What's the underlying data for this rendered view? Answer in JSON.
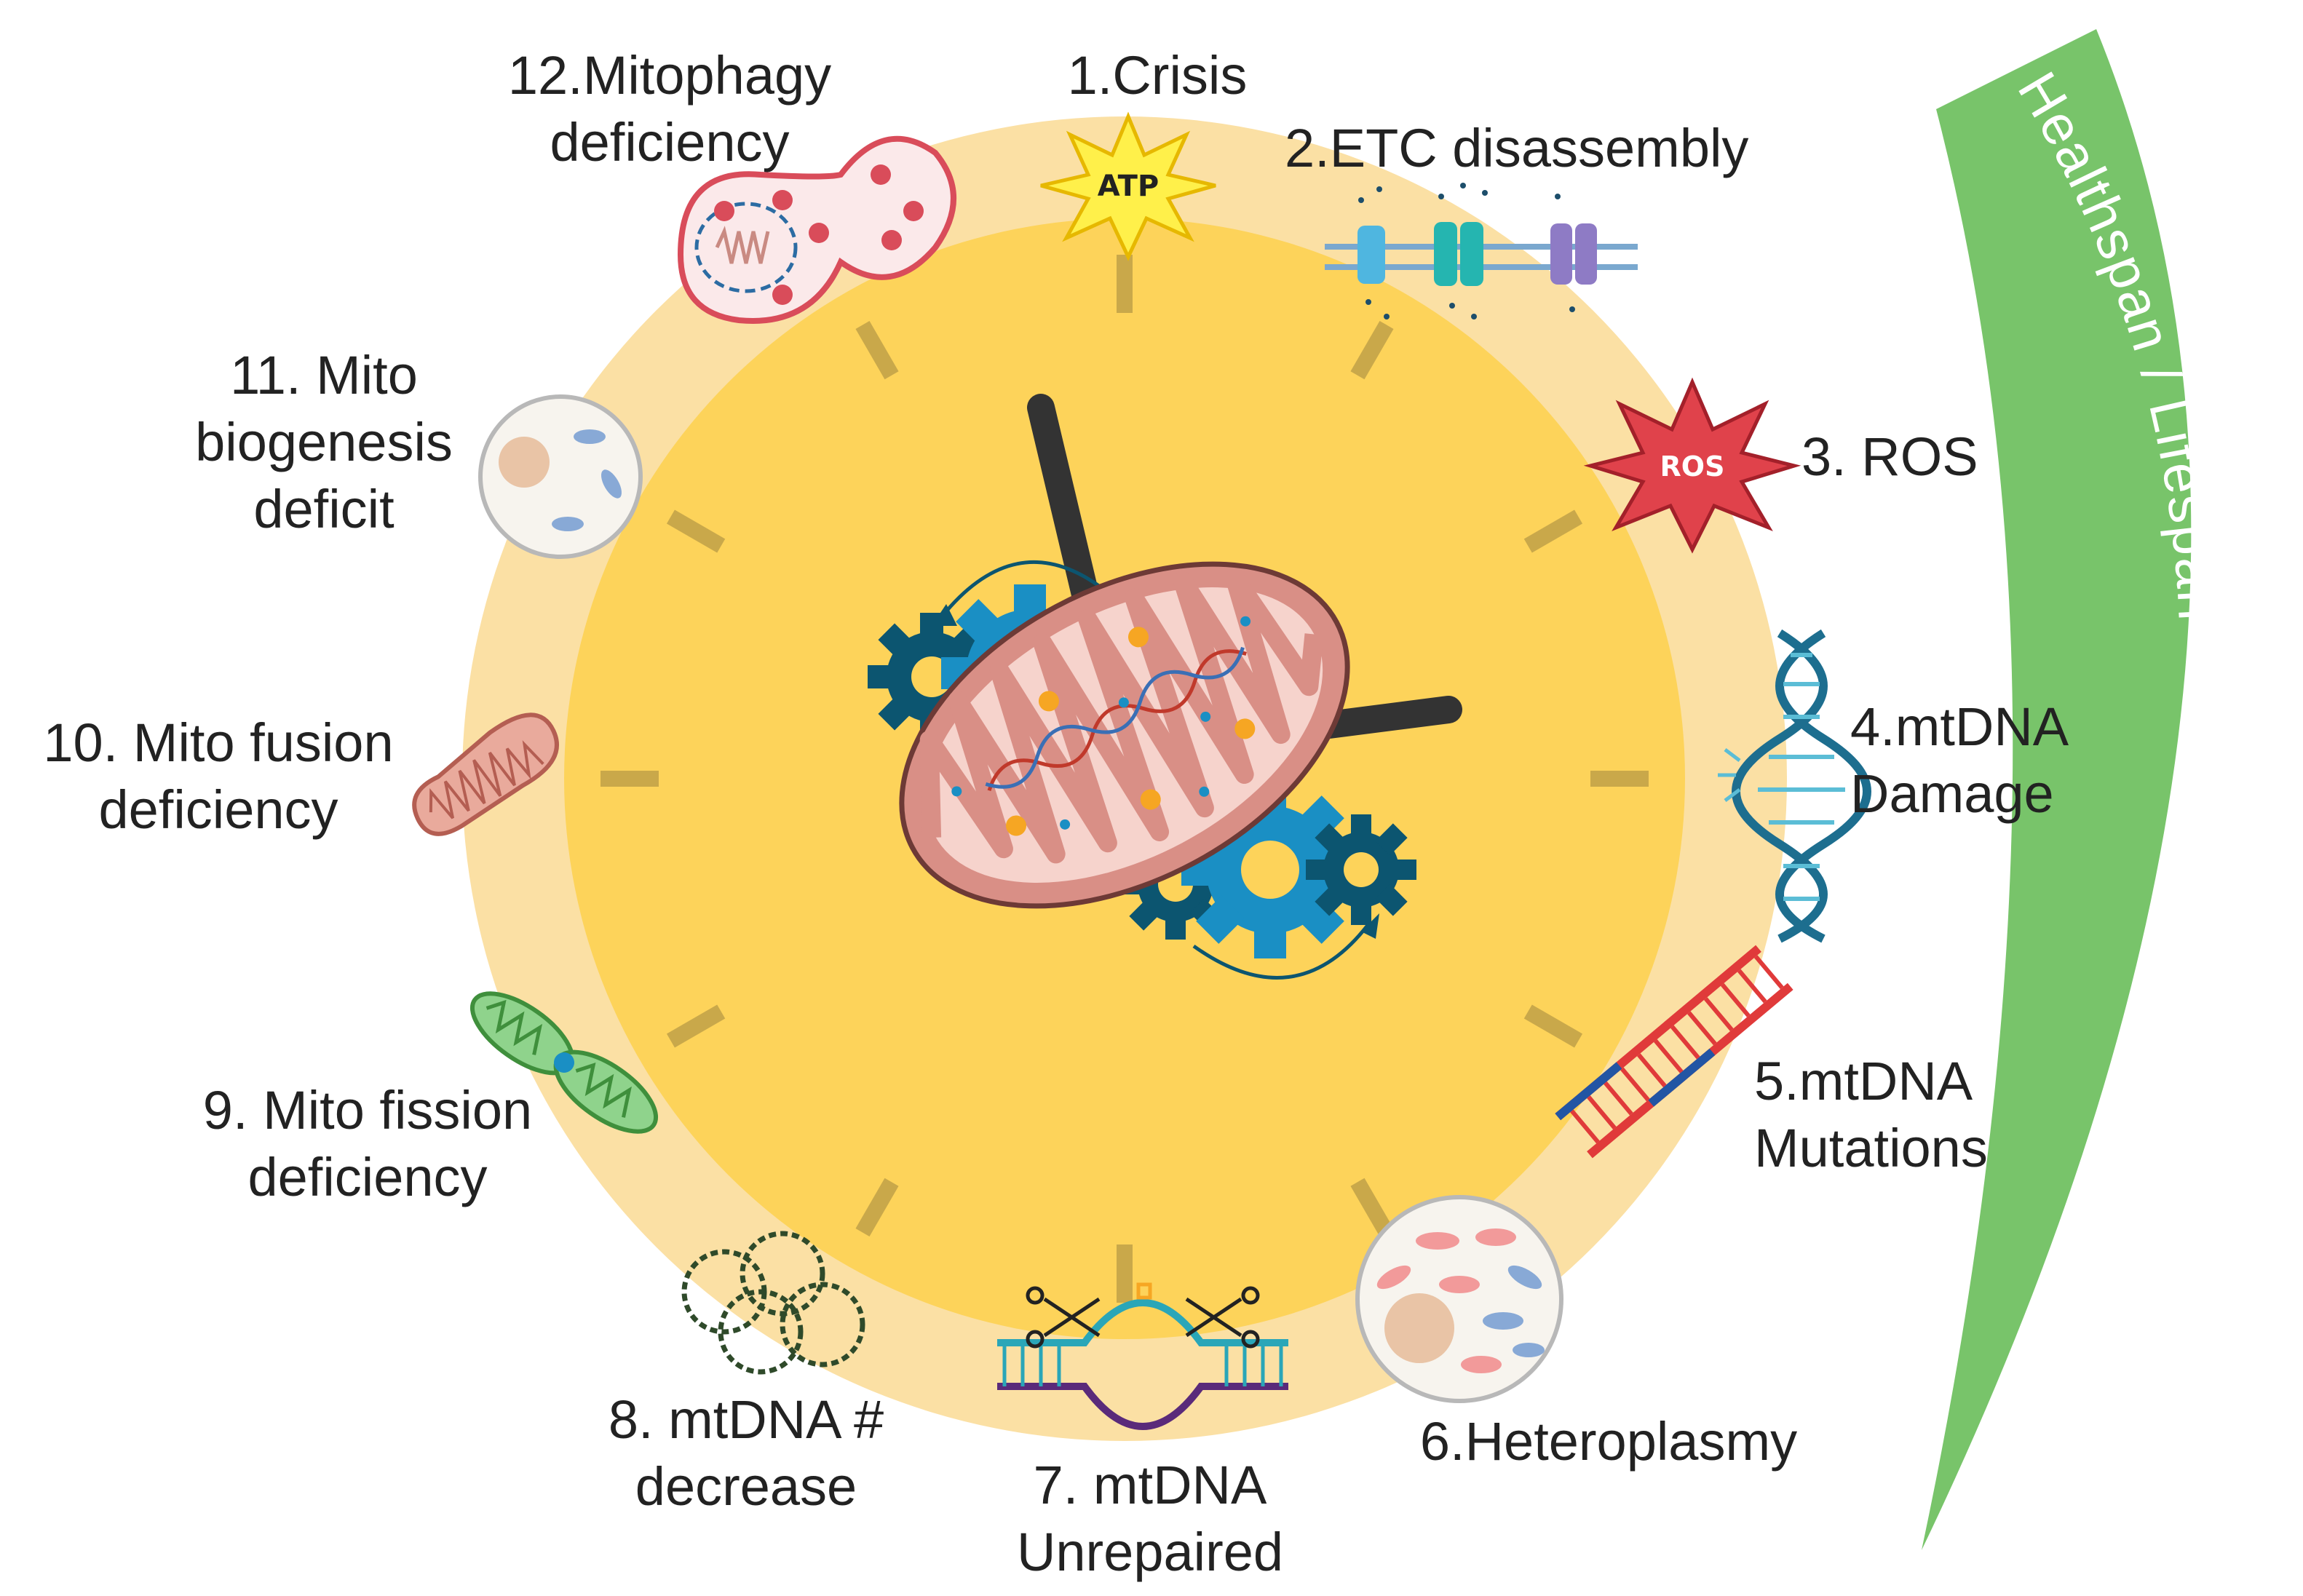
{
  "colors": {
    "outer_ring": "#fbe0a4",
    "clock_face": "#fdd35a",
    "tick": "#c9a84a",
    "hand": "#333333",
    "mito_fill": "#d98f86",
    "mito_inner": "#f6d3cc",
    "gear_light": "#1a8fc4",
    "gear_dark": "#0c5570",
    "green_arc": "#78c46a",
    "ros_red": "#e0424b",
    "atp_yellow": "#fff04a"
  },
  "arc_label": "Healthspan / Lifespan",
  "badges": {
    "atp": "ATP",
    "ros": "ROS"
  },
  "labels": {
    "l1": "1.Crisis",
    "l2": "2.ETC disassembly",
    "l3": "3. ROS",
    "l4": [
      "4.mtDNA",
      "Damage"
    ],
    "l5": [
      "5.mtDNA",
      "Mutations"
    ],
    "l6": "6.Heteroplasmy",
    "l7": [
      "7. mtDNA",
      "Unrepaired"
    ],
    "l8": [
      "8. mtDNA #",
      "decrease"
    ],
    "l9": [
      "9. Mito fission",
      "deficiency"
    ],
    "l10": [
      "10. Mito fusion",
      "deficiency"
    ],
    "l11": [
      "11. Mito",
      "biogenesis",
      "deficit"
    ],
    "l12": [
      "12.Mitophagy",
      "deficiency"
    ]
  },
  "icons": {
    "atp": "atp-starburst-icon",
    "etc": "etc-complex-icon",
    "ros": "ros-starburst-icon",
    "dna_helix": "dna-helix-icon",
    "dna_ladder": "dna-ladder-icon",
    "cell_hetero": "cell-heteroplasmy-icon",
    "dna_repair": "dna-repair-scissors-icon",
    "dna_circles": "mtdna-circles-icon",
    "fission": "mito-fission-icon",
    "fusion": "mito-fusion-icon",
    "cell_bio": "cell-biogenesis-icon",
    "mitophagy": "mitophagy-icon",
    "mito_center": "mitochondrion-icon",
    "gears": "gear-icon"
  }
}
